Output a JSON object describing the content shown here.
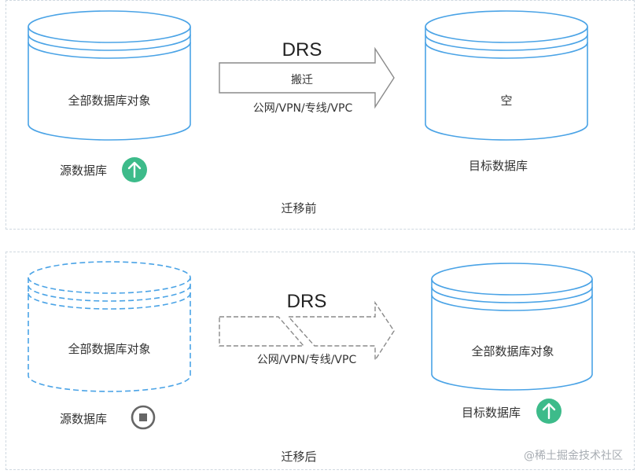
{
  "before": {
    "caption": "迁移前",
    "source": {
      "content": "全部数据库对象",
      "label": "源数据库",
      "status_icon": "arrow-up-circle-icon"
    },
    "arrow": {
      "title": "DRS",
      "action": "搬迁",
      "network": "公网/VPN/专线/VPC"
    },
    "target": {
      "content": "空",
      "label": "目标数据库"
    }
  },
  "after": {
    "caption": "迁移后",
    "source": {
      "content": "全部数据库对象",
      "label": "源数据库",
      "status_icon": "stop-circle-icon"
    },
    "arrow": {
      "title": "DRS",
      "network": "公网/VPN/专线/VPC"
    },
    "target": {
      "content": "全部数据库对象",
      "label": "目标数据库",
      "status_icon": "arrow-up-circle-icon"
    }
  },
  "watermark": "@稀土掘金技术社区",
  "colors": {
    "db_stroke": "#4aa3e6",
    "arrow_stroke": "#8a8a8a",
    "status_green": "#3dbb8a",
    "status_gray": "#666666"
  }
}
